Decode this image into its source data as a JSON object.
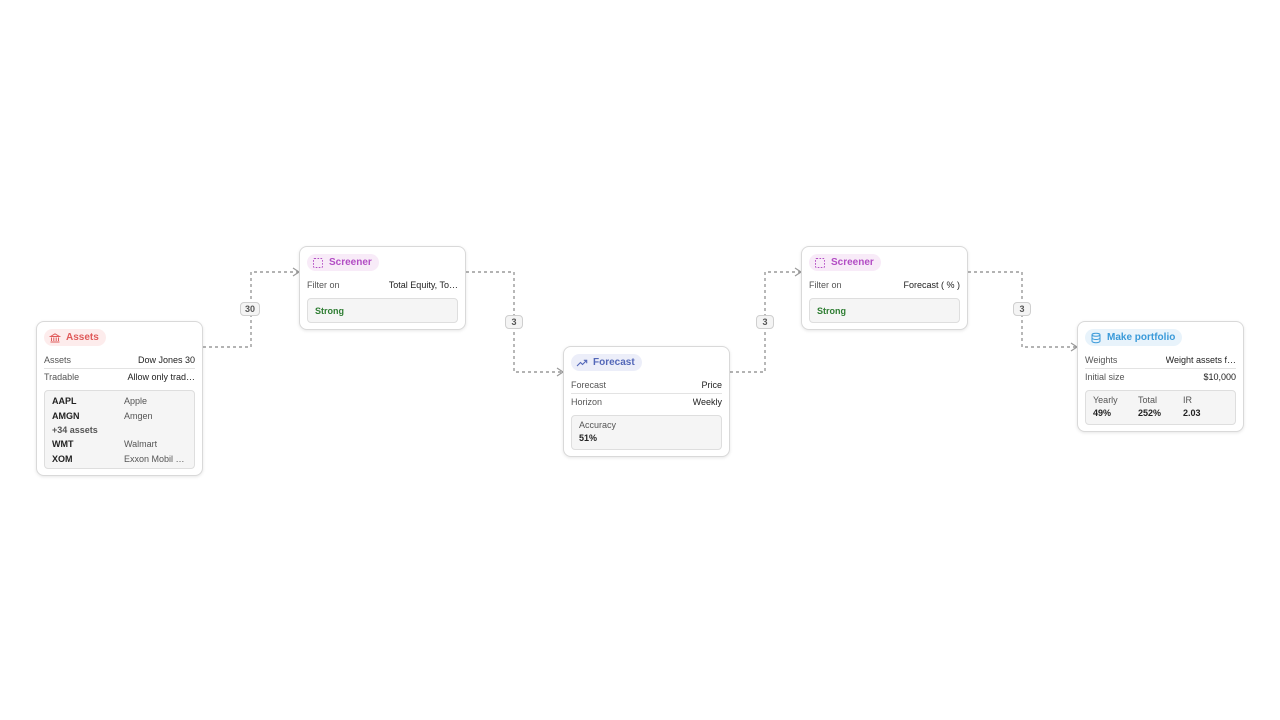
{
  "edges": [
    {
      "label": "30"
    },
    {
      "label": "3"
    },
    {
      "label": "3"
    },
    {
      "label": "3"
    }
  ],
  "nodes": {
    "assets": {
      "title": "Assets",
      "color": "#e05a5a",
      "icon": "bank-icon",
      "rows": [
        {
          "key": "Assets",
          "value": "Dow Jones 30"
        },
        {
          "key": "Tradable",
          "value": "Allow only trad…"
        }
      ],
      "list_top": [
        {
          "ticker": "AAPL",
          "name": "Apple"
        },
        {
          "ticker": "AMGN",
          "name": "Amgen"
        }
      ],
      "more": "+34 assets",
      "list_bottom": [
        {
          "ticker": "WMT",
          "name": "Walmart"
        },
        {
          "ticker": "XOM",
          "name": "Exxon Mobil …"
        }
      ]
    },
    "screener1": {
      "title": "Screener",
      "color": "#b24dc4",
      "icon": "dashed-square-icon",
      "rows": [
        {
          "key": "Filter on",
          "value": "Total Equity, To…"
        }
      ],
      "badge": "Strong"
    },
    "forecast": {
      "title": "Forecast",
      "color": "#5367b8",
      "icon": "trending-up-icon",
      "rows": [
        {
          "key": "Forecast",
          "value": "Price"
        },
        {
          "key": "Horizon",
          "value": "Weekly"
        }
      ],
      "metric_label": "Accuracy",
      "metric_value": "51%"
    },
    "screener2": {
      "title": "Screener",
      "color": "#b24dc4",
      "icon": "dashed-square-icon",
      "rows": [
        {
          "key": "Filter on",
          "value": "Forecast ( % )"
        }
      ],
      "badge": "Strong"
    },
    "portfolio": {
      "title": "Make portfolio",
      "color": "#3a9ad9",
      "icon": "database-icon",
      "rows": [
        {
          "key": "Weights",
          "value": "Weight assets f…"
        },
        {
          "key": "Initial size",
          "value": "$10,000"
        }
      ],
      "metrics": [
        {
          "label": "Yearly",
          "value": "49%"
        },
        {
          "label": "Total",
          "value": "252%"
        },
        {
          "label": "IR",
          "value": "2.03"
        }
      ]
    }
  }
}
